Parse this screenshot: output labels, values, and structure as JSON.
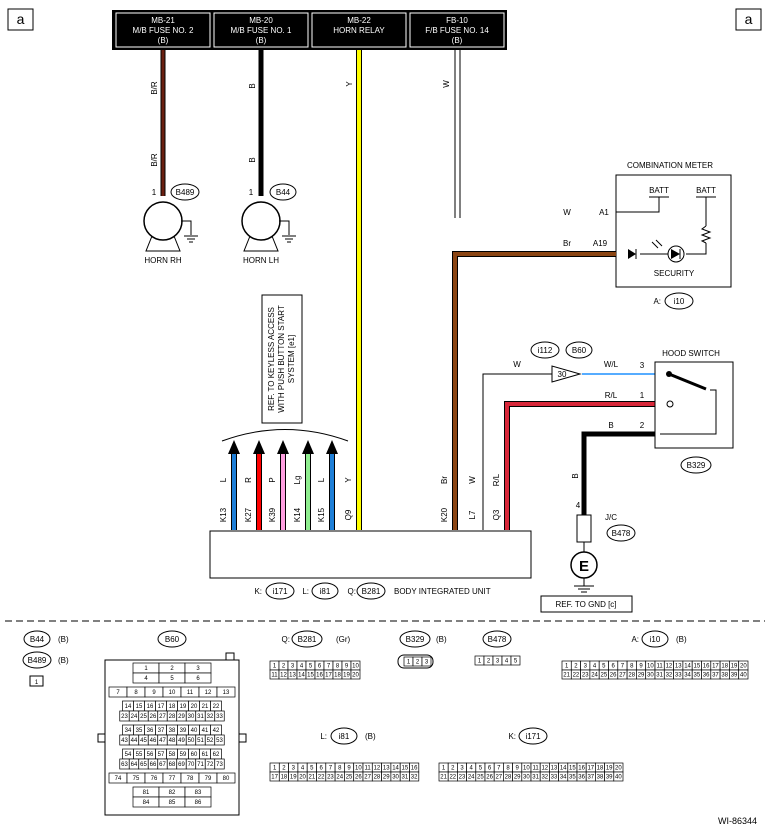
{
  "corner_label_left": "a",
  "corner_label_right": "a",
  "fuse_header": [
    {
      "l1": "MB-21",
      "l2": "M/B FUSE NO. 2",
      "l3": "(B)"
    },
    {
      "l1": "MB-20",
      "l2": "M/B FUSE NO. 1",
      "l3": "(B)"
    },
    {
      "l1": "MB-22",
      "l2": "HORN RELAY",
      "l3": ""
    },
    {
      "l1": "FB-10",
      "l2": "F/B FUSE NO. 14",
      "l3": "(B)"
    }
  ],
  "wire_colors": {
    "br_r": "#6b1f10",
    "b": "#000000",
    "y": "#ffff00",
    "w": "#ffffff",
    "br": "#8b4513",
    "r_l": "#d8283a",
    "l": "#1e7fd8",
    "r": "#ff0000",
    "p": "#ff9ee0",
    "lg": "#90ee90",
    "w_l": "#1e90ff"
  },
  "top_wires": {
    "brr_a": "B/R",
    "brr_b": "B/R",
    "b_a": "B",
    "b_b": "B",
    "y": "Y",
    "w": "W"
  },
  "horn_rh": {
    "pin": "1",
    "connector": "B489",
    "label": "HORN RH"
  },
  "horn_lh": {
    "pin": "1",
    "connector": "B44",
    "label": "HORN LH"
  },
  "combination_meter": {
    "title": "COMBINATION METER",
    "batt1": "BATT",
    "batt2": "BATT",
    "pin_a1": "A1",
    "pin_a19": "A19",
    "wire_a1": "W",
    "wire_a19": "Br",
    "indicator": "SECURITY",
    "conn_prefix": "A:",
    "conn": "i10"
  },
  "hood_switch": {
    "title": "HOOD SWITCH",
    "pin3": "3",
    "pin1": "1",
    "pin2": "2",
    "wire3": "W/L",
    "wire1": "R/L",
    "wire2": "B",
    "wire_in": "W",
    "joint_num": "30",
    "conn_i112": "i112",
    "conn_b60": "B60",
    "conn": "B329"
  },
  "ground": {
    "wire": "B",
    "pin": "4",
    "jc": "J/C",
    "conn": "B478",
    "symbol": "E",
    "ref": "REF. TO GND [c]"
  },
  "keyless_note": {
    "l1": "REF. TO KEYLESS ACCESS",
    "l2": "WITH PUSH BUTTON START",
    "l3": "SYSTEM [e1]"
  },
  "biu_wires": [
    {
      "color": "L",
      "pin": "K13"
    },
    {
      "color": "R",
      "pin": "K27"
    },
    {
      "color": "P",
      "pin": "K39"
    },
    {
      "color": "Lg",
      "pin": "K14"
    },
    {
      "color": "L",
      "pin": "K15"
    },
    {
      "color": "Y",
      "pin": "Q9"
    },
    {
      "color": "Br",
      "pin": "K20"
    },
    {
      "color": "W",
      "pin": "L7"
    },
    {
      "color": "R/L",
      "pin": "Q3"
    }
  ],
  "biu": {
    "k": "K:",
    "k_conn": "i171",
    "l": "L:",
    "l_conn": "i81",
    "q": "Q:",
    "q_conn": "B281",
    "name": "BODY INTEGRATED UNIT"
  },
  "legend": {
    "b44": "B44",
    "b44_c": "(B)",
    "b489": "B489",
    "b489_c": "(B)",
    "b489_pins": "1",
    "b60": "B60",
    "b60_rows": [
      [
        "1",
        "2",
        "3"
      ],
      [
        "4",
        "5",
        "6"
      ],
      [
        "7",
        "8",
        "9",
        "10",
        "11",
        "12",
        "13"
      ],
      [
        "14",
        "15",
        "16",
        "17",
        "18",
        "19",
        "20",
        "21",
        "22"
      ],
      [
        "23",
        "24",
        "25",
        "26",
        "27",
        "28",
        "29",
        "30",
        "31",
        "32",
        "33"
      ],
      [
        "34",
        "35",
        "36",
        "37",
        "38",
        "39",
        "40",
        "41",
        "42"
      ],
      [
        "43",
        "44",
        "45",
        "46",
        "47",
        "48",
        "49",
        "50",
        "51",
        "52",
        "53"
      ],
      [
        "54",
        "55",
        "56",
        "57",
        "58",
        "59",
        "60",
        "61",
        "62"
      ],
      [
        "63",
        "64",
        "65",
        "66",
        "67",
        "68",
        "69",
        "70",
        "71",
        "72",
        "73"
      ],
      [
        "74",
        "75",
        "76",
        "77",
        "78",
        "79",
        "80"
      ],
      [
        "81",
        "82",
        "83"
      ],
      [
        "84",
        "85",
        "86"
      ]
    ],
    "b281_prefix": "Q:",
    "b281": "B281",
    "b281_c": "(Gr)",
    "b281_rows": [
      [
        "1",
        "2",
        "3",
        "4",
        "5",
        "6",
        "7",
        "8",
        "9",
        "10"
      ],
      [
        "11",
        "12",
        "13",
        "14",
        "15",
        "16",
        "17",
        "18",
        "19",
        "20"
      ]
    ],
    "b329": "B329",
    "b329_c": "(B)",
    "b329_pins": [
      "1",
      "2",
      "3"
    ],
    "b478": "B478",
    "b478_pins": [
      "1",
      "2",
      "3",
      "4",
      "5"
    ],
    "i10_prefix": "A:",
    "i10": "i10",
    "i10_c": "(B)",
    "i10_rows": [
      [
        "1",
        "2",
        "3",
        "4",
        "5",
        "6",
        "7",
        "8",
        "9",
        "10",
        "11",
        "12",
        "13",
        "14",
        "15",
        "16",
        "17",
        "18",
        "19",
        "20"
      ],
      [
        "21",
        "22",
        "23",
        "24",
        "25",
        "26",
        "27",
        "28",
        "29",
        "30",
        "31",
        "32",
        "33",
        "34",
        "35",
        "36",
        "37",
        "38",
        "39",
        "40"
      ]
    ],
    "i81_prefix": "L:",
    "i81": "i81",
    "i81_c": "(B)",
    "i81_rows": [
      [
        "1",
        "2",
        "3",
        "4",
        "5",
        "6",
        "7",
        "8",
        "9",
        "10",
        "11",
        "12",
        "13",
        "14",
        "15",
        "16"
      ],
      [
        "17",
        "18",
        "19",
        "20",
        "21",
        "22",
        "23",
        "24",
        "25",
        "26",
        "27",
        "28",
        "29",
        "30",
        "31",
        "32"
      ]
    ],
    "i171_prefix": "K:",
    "i171": "i171",
    "i171_rows": [
      [
        "1",
        "2",
        "3",
        "4",
        "5",
        "6",
        "7",
        "8",
        "9",
        "10",
        "11",
        "12",
        "13",
        "14",
        "15",
        "16",
        "17",
        "18",
        "19",
        "20"
      ],
      [
        "21",
        "22",
        "23",
        "24",
        "25",
        "26",
        "27",
        "28",
        "29",
        "30",
        "31",
        "32",
        "33",
        "34",
        "35",
        "36",
        "37",
        "38",
        "39",
        "40"
      ]
    ]
  },
  "diagram_code": "WI-86344"
}
